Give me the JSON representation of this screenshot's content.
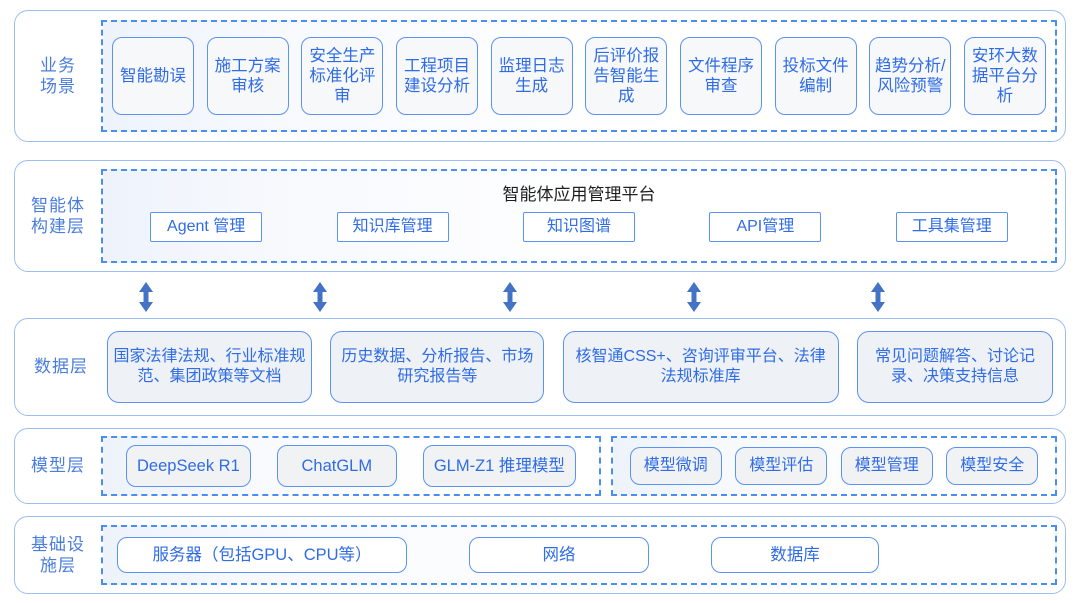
{
  "colors": {
    "accent_blue": "#2f6ce5",
    "border_blue": "#5b93f2",
    "outer_border": "#9dbdf0",
    "dashed_blue": "#4a8ef0",
    "label_blue": "#4a7ddc",
    "arrow_blue": "#4472c4",
    "chip_fill": "#f7f8fa",
    "title_dark": "#1f1f1f"
  },
  "layers": [
    {
      "id": "business",
      "label": "业务\n场景",
      "items": [
        {
          "label": "智能勘误"
        },
        {
          "label": "施工方案审核"
        },
        {
          "label": "安全生产标准化评审"
        },
        {
          "label": "工程项目建设分析"
        },
        {
          "label": "监理日志生成"
        },
        {
          "label": "后评价报告智能生成"
        },
        {
          "label": "文件程序审查"
        },
        {
          "label": "投标文件编制"
        },
        {
          "label": "趋势分析/风险预警"
        },
        {
          "label": "安环大数据平台分析"
        }
      ]
    },
    {
      "id": "agent",
      "label": "智能体\n构建层",
      "platform_title": "智能体应用管理平台",
      "items": [
        {
          "label": "Agent 管理"
        },
        {
          "label": "知识库管理"
        },
        {
          "label": "知识图谱"
        },
        {
          "label": "API管理"
        },
        {
          "label": "工具集管理"
        }
      ]
    },
    {
      "id": "data",
      "label": "数据层",
      "items": [
        {
          "label": "国家法律法规、行业标准规范、集团政策等文档"
        },
        {
          "label": "历史数据、分析报告、市场研究报告等"
        },
        {
          "label": "核智通CSS+、咨询评审平台、法律法规标准库"
        },
        {
          "label": "常见问题解答、讨论记录、决策支持信息"
        }
      ]
    },
    {
      "id": "model",
      "label": "模型层",
      "groups": [
        {
          "id": "models",
          "items": [
            {
              "label": "DeepSeek R1"
            },
            {
              "label": "ChatGLM"
            },
            {
              "label": "GLM-Z1 推理模型"
            }
          ]
        },
        {
          "id": "ops",
          "items": [
            {
              "label": "模型微调"
            },
            {
              "label": "模型评估"
            },
            {
              "label": "模型管理"
            },
            {
              "label": "模型安全"
            }
          ]
        }
      ]
    },
    {
      "id": "infra",
      "label": "基础设\n施层",
      "items": [
        {
          "label": "服务器（包括GPU、CPU等）"
        },
        {
          "label": "网络"
        },
        {
          "label": "数据库"
        }
      ]
    }
  ],
  "arrows": {
    "icon": "double-arrow-vertical-icon",
    "count": 5,
    "x_positions": [
      136,
      310,
      500,
      684,
      868
    ]
  }
}
